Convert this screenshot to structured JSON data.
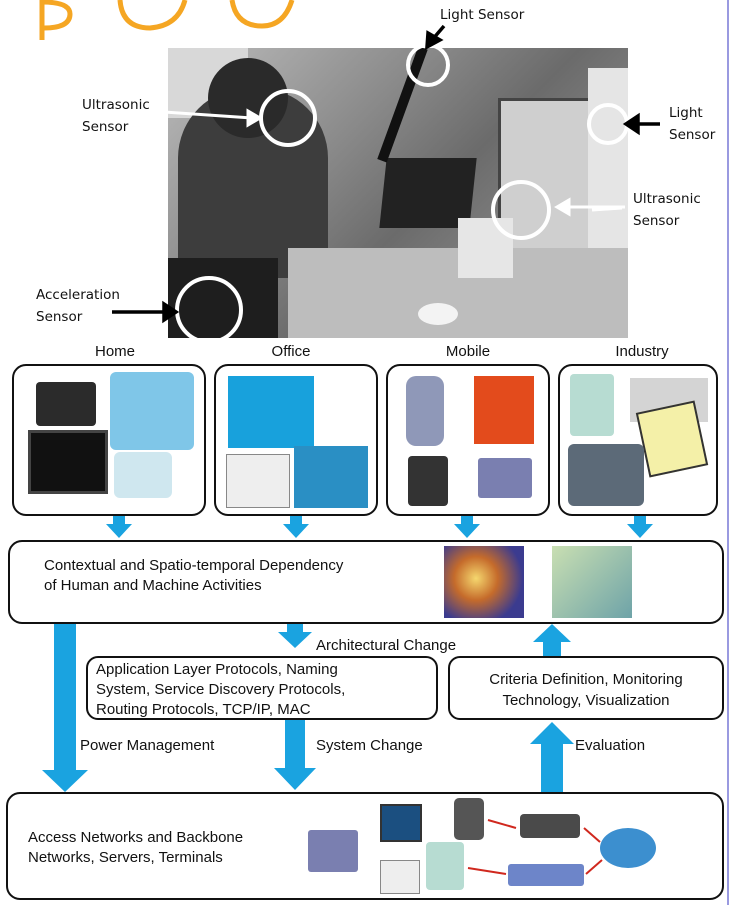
{
  "photo": {
    "annotations": {
      "light_sensor_top": "Light Sensor",
      "ultrasonic_left_1": "Ultrasonic",
      "ultrasonic_left_2": "Sensor",
      "light_right_1": "Light",
      "light_right_2": "Sensor",
      "ultrasonic_right_1": "Ultrasonic",
      "ultrasonic_right_2": "Sensor",
      "acceleration_1": "Acceleration",
      "acceleration_2": "Sensor"
    }
  },
  "domains": {
    "home": "Home",
    "office": "Office",
    "mobile": "Mobile",
    "industry": "Industry"
  },
  "dependency": {
    "line1": "Contextual and Spatio-temporal Dependency",
    "line2": "of Human and Machine Activities"
  },
  "protocols": {
    "line1": "Application Layer Protocols, Naming",
    "line2": "System, Service Discovery Protocols,",
    "line3": "Routing Protocols, TCP/IP, MAC"
  },
  "criteria": {
    "line1": "Criteria Definition, Monitoring",
    "line2": "Technology, Visualization"
  },
  "flows": {
    "architectural_change": "Architectural Change",
    "power_management": "Power Management",
    "system_change": "System Change",
    "evaluation": "Evaluation"
  },
  "networks": {
    "line1": "Access Networks and Backbone",
    "line2": "Networks, Servers, Terminals"
  },
  "colors": {
    "arrow_blue": "#1aa3e0",
    "sketch_orange": "#f5a623",
    "link_red": "#d0281e"
  }
}
